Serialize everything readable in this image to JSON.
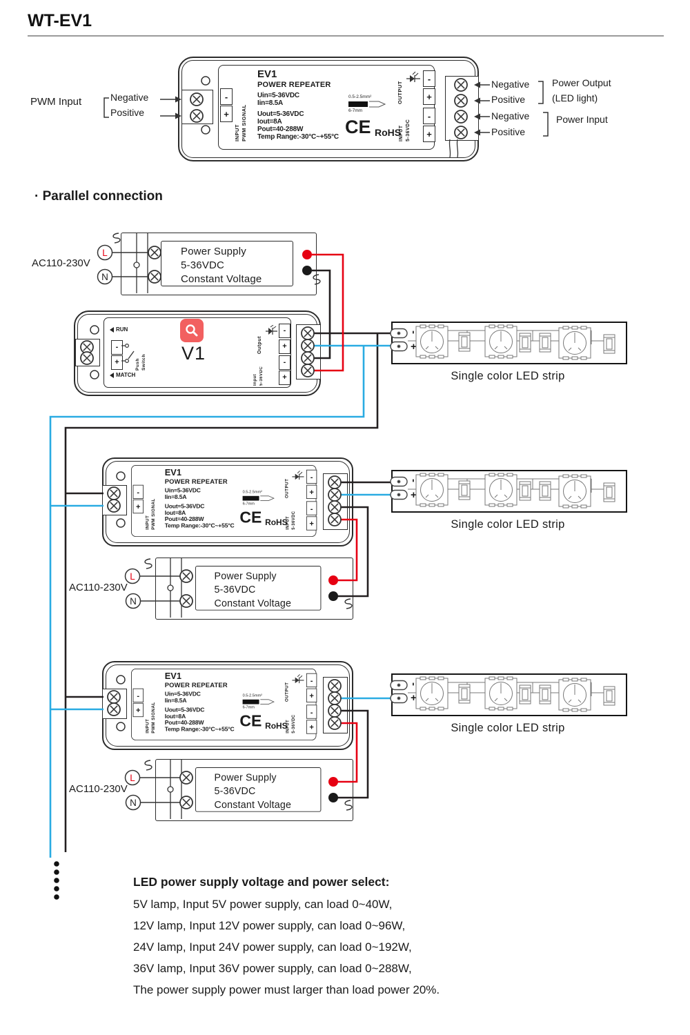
{
  "title": "WT-EV1",
  "section": {
    "heading": "· Parallel connection"
  },
  "colors": {
    "wire_red": "#e60012",
    "wire_blue": "#29abe2",
    "wire_black": "#231f20",
    "accent_red": "#f26060"
  },
  "ev1": {
    "model": "EV1",
    "type": "POWER REPEATER",
    "specs": [
      "Uin=5-36VDC",
      "Iin=8.5A",
      "Uout=5-36VDC",
      "Iout=8A",
      "Pout=40-288W",
      "Temp Range:-30°C~+55°C"
    ],
    "gauge_top": "0.5-2.5mm²",
    "gauge_bottom": "6-7mm",
    "ce": "CE",
    "rohs": "RoHS",
    "input": "INPUT",
    "pwm_signal": "PWM SIGNAL",
    "output": "OUTPUT",
    "input_voltage": "5-36VDC",
    "minus": "-",
    "plus": "+"
  },
  "top_labels": {
    "pwm_input": "PWM Input",
    "negative": "Negative",
    "positive": "Positive",
    "power_output_line1": "Power Output",
    "power_output_line2": "(LED light)",
    "power_input": "Power Input"
  },
  "power_supply": {
    "line1": "Power Supply",
    "line2": "5-36VDC",
    "line3": "Constant Voltage",
    "ac": "AC110-230V",
    "live": "L",
    "neutral": "N"
  },
  "v1": {
    "model": "V1",
    "run": "RUN",
    "match": "MATCH",
    "push": "Push",
    "switch": "Switch",
    "output": "Output",
    "input": "Input",
    "input_voltage": "5-36VDC",
    "minus": "-",
    "plus": "+"
  },
  "led_strip": {
    "label": "Single color LED strip",
    "minus": "-",
    "plus": "+"
  },
  "notes": {
    "heading": "LED power supply voltage and power select:",
    "lines": [
      "5V lamp, Input 5V power supply, can load 0~40W,",
      "12V lamp, Input 12V power supply, can load 0~96W,",
      "24V lamp, Input 24V power supply, can load 0~192W,",
      "36V lamp, Input 36V power supply, can load 0~288W,",
      "The power supply power must larger than load power 20%."
    ]
  }
}
